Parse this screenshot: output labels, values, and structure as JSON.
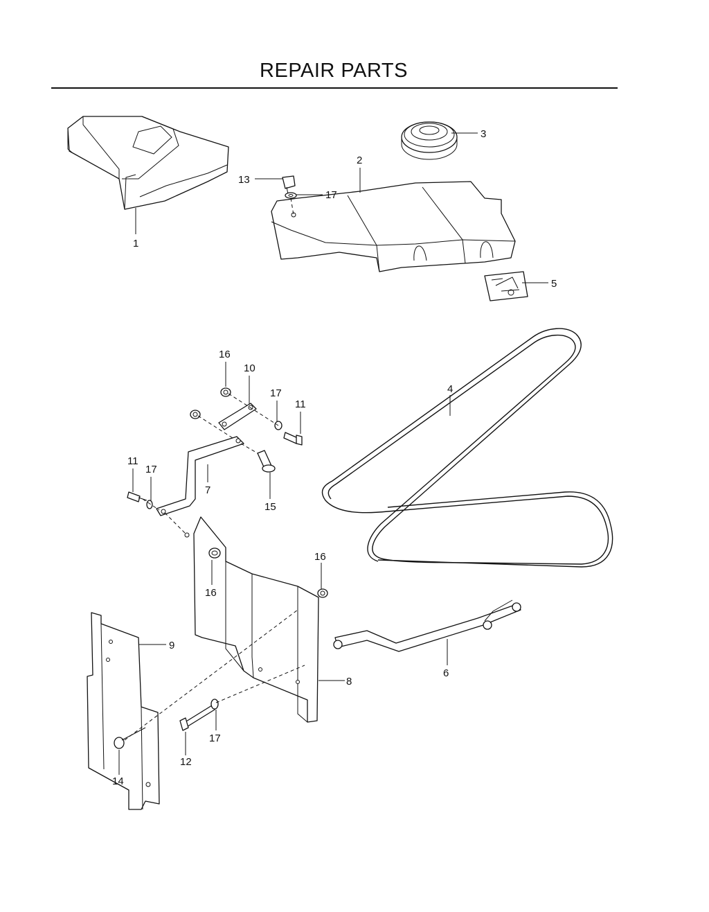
{
  "page": {
    "title": "REPAIR PARTS"
  },
  "callouts": {
    "c1": "1",
    "c2": "2",
    "c3": "3",
    "c4": "4",
    "c5": "5",
    "c6": "6",
    "c7": "7",
    "c8": "8",
    "c9": "9",
    "c10": "10",
    "c11a": "11",
    "c11b": "11",
    "c12": "12",
    "c13": "13",
    "c14": "14",
    "c15": "15",
    "c16a": "16",
    "c16b": "16",
    "c16c": "16",
    "c17a": "17",
    "c17b": "17",
    "c17c": "17",
    "c17d": "17"
  }
}
